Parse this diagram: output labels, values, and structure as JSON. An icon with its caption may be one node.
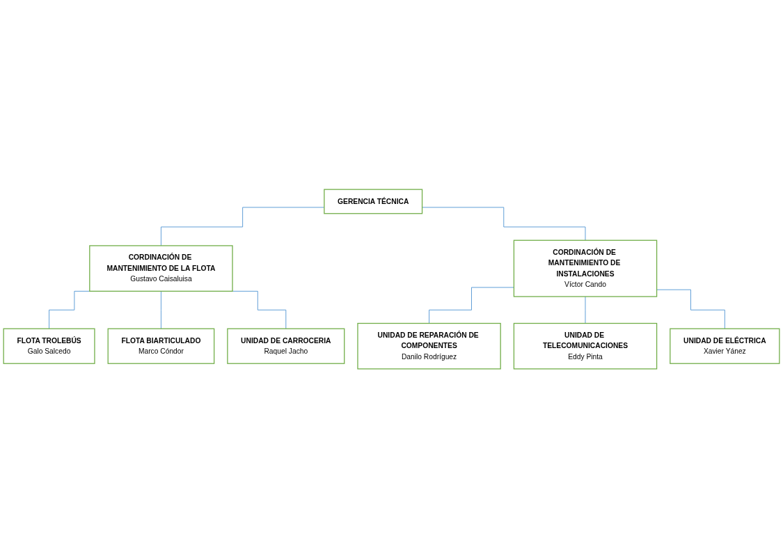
{
  "diagram": {
    "nodes": [
      {
        "text": [
          "GERENCIA TÉCNICA"
        ]
      },
      {
        "text": [
          "CORDINACIÓN DE MANTENIMIENTO DE LA FLOTA",
          "Gustavo Caisaluisa"
        ]
      },
      {
        "text": [
          "CORDINACIÓN DE MANTENIMIENTO DE INSTALACIONES",
          "Víctor Cando"
        ]
      },
      {
        "text": [
          "FLOTA TROLEBÚS",
          "Galo Salcedo"
        ]
      },
      {
        "text": [
          "FLOTA BIARTICULADO",
          "Marco Cóndor"
        ]
      },
      {
        "text": [
          "UNIDAD DE CARROCERIA",
          "Raquel Jacho"
        ]
      },
      {
        "text": [
          "UNIDAD DE REPARACIÓN DE COMPONENTES",
          "Danilo Rodríguez"
        ]
      },
      {
        "text": [
          "UNIDAD DE TELECOMUNICACIONES",
          "Eddy Pinta"
        ]
      },
      {
        "text": [
          "UNIDAD DE ELÉCTRICA",
          "Xavier Yánez"
        ]
      }
    ],
    "edges": [
      {
        "from": 0,
        "to": 1,
        "arrow": "none"
      },
      {
        "from": 0,
        "to": 2,
        "arrow": "none"
      },
      {
        "from": 1,
        "to": 3,
        "arrow": "none"
      },
      {
        "from": 1,
        "to": 4,
        "arrow": "none"
      },
      {
        "from": 1,
        "to": 5,
        "arrow": "none"
      },
      {
        "from": 2,
        "to": 6,
        "arrow": "none"
      },
      {
        "from": 2,
        "to": 7,
        "arrow": "none"
      },
      {
        "from": 2,
        "to": 8,
        "arrow": "none"
      }
    ]
  }
}
